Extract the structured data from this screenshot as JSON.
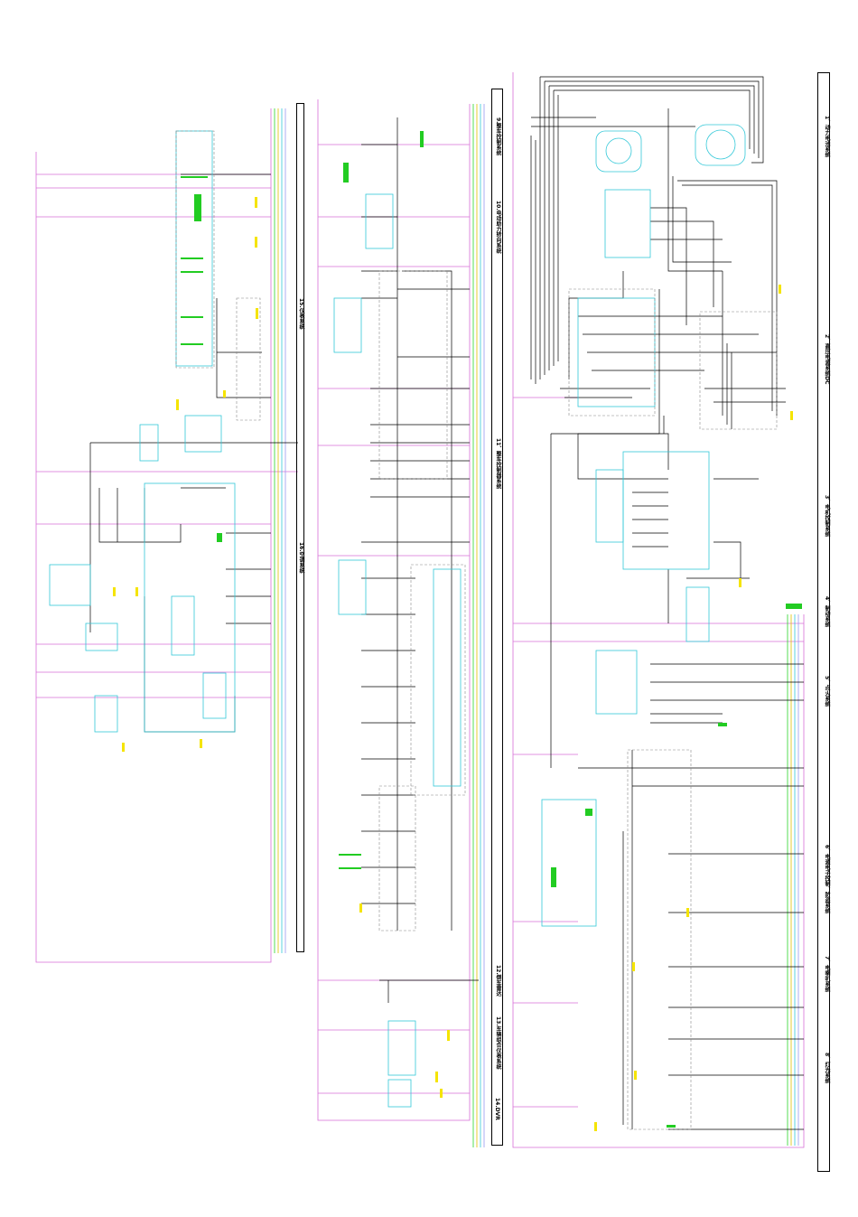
{
  "sections_right": [
    {
      "label": "1、动力电池系统"
    },
    {
      "label": "2、高压电源系统DC"
    },
    {
      "label": "3、电机控制系统"
    },
    {
      "label": "4、制动系统"
    },
    {
      "label": "5、点火系统"
    },
    {
      "label": "6、电源电子控制、防盗系统"
    },
    {
      "label": "7、电喇叭系统"
    },
    {
      "label": "8、灯光系统"
    }
  ],
  "sections_middle": [
    {
      "label": "9.整车控制系统"
    },
    {
      "label": "10.电动助力转向系统"
    },
    {
      "label": "11、整车控制器系统"
    },
    {
      "label": "12.倒车雷达"
    },
    {
      "label": "13.车辆组合仪表系统"
    },
    {
      "label": "14.DVR"
    }
  ],
  "sections_left": [
    {
      "label": "15.仪表系统"
    },
    {
      "label": "16.空调系统"
    }
  ],
  "colors": {
    "wire_black": "#000000",
    "wire_magenta": "#d86fd8",
    "component_cyan": "#33c8d8",
    "connector_yellow": "#f5e400",
    "label_green": "#22cc22",
    "dashed_box": "#888888"
  }
}
